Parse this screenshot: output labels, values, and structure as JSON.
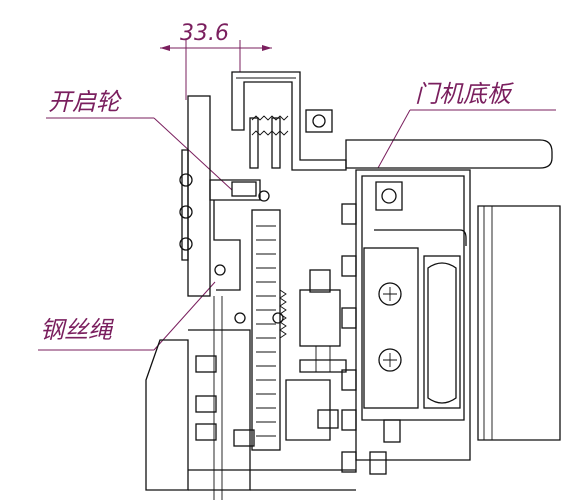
{
  "labels": {
    "dimension": "33.6",
    "opening_wheel": "开启轮",
    "door_base_plate": "门机底板",
    "steel_wire_rope": "钢丝绳"
  },
  "colors": {
    "annotation": "#7a1f5e",
    "line": "#111111",
    "background": "#ffffff"
  }
}
